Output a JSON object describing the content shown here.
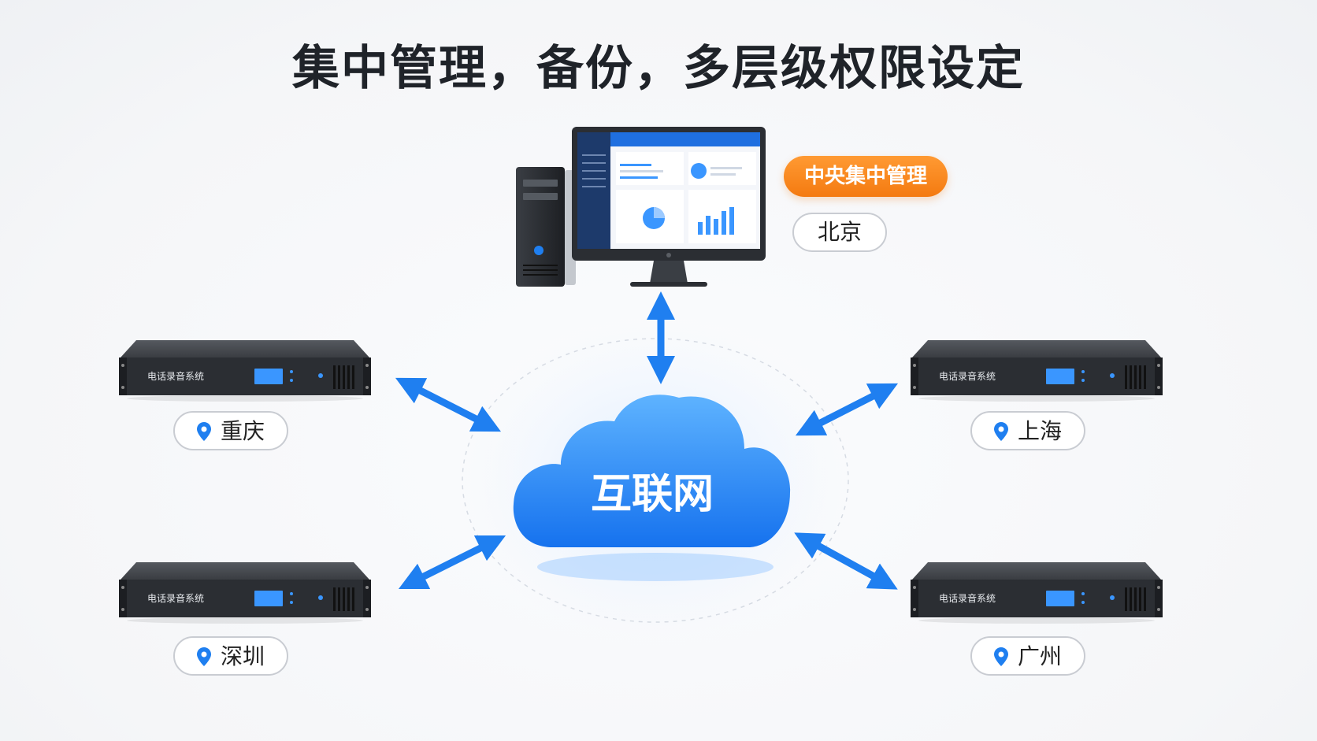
{
  "title": "集中管理，备份，多层级权限设定",
  "central": {
    "badge": "中央集中管理",
    "city": "北京"
  },
  "cloud": {
    "label": "互联网"
  },
  "sites": [
    {
      "device_label": "电话录音系统",
      "city": "重庆"
    },
    {
      "device_label": "电话录音系统",
      "city": "上海"
    },
    {
      "device_label": "电话录音系统",
      "city": "深圳"
    },
    {
      "device_label": "电话录音系统",
      "city": "广州"
    }
  ],
  "colors": {
    "accent_blue": "#1f7ff0",
    "badge_orange": "#f5851b",
    "title_text": "#1f2329",
    "device_body": "#2b2e33"
  },
  "icons": [
    "location-pin-icon",
    "double-arrow-icon",
    "cloud-icon",
    "server-tower-icon",
    "monitor-icon"
  ]
}
